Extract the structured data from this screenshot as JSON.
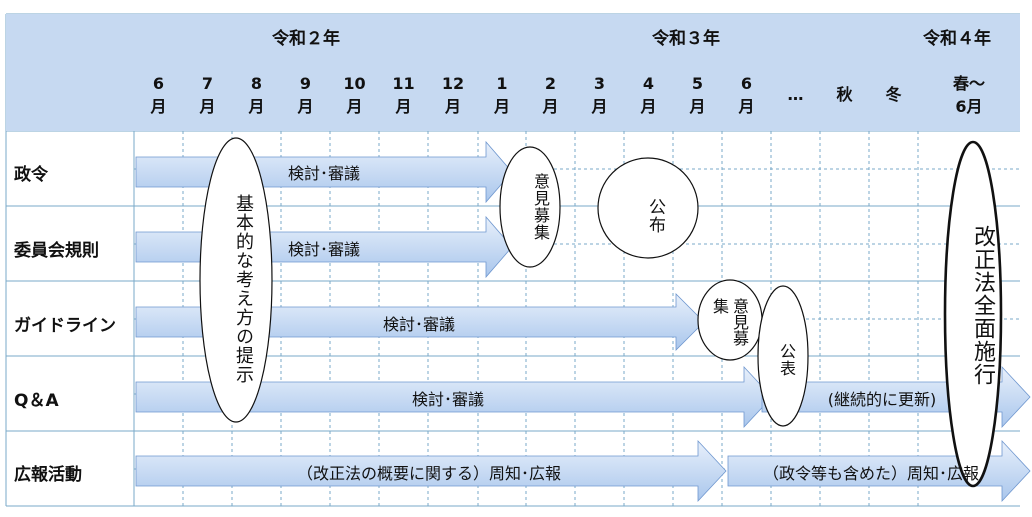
{
  "years": {
    "r2": "令和２年",
    "r3": "令和３年",
    "r4": "令和４年"
  },
  "months": [
    "6\n月",
    "7\n月",
    "8\n月",
    "9\n月",
    "10\n月",
    "11\n月",
    "12\n月",
    "1\n月",
    "2\n月",
    "3\n月",
    "4\n月",
    "5\n月",
    "6\n月",
    "…",
    "秋",
    "冬",
    "春～\n6月"
  ],
  "rows": {
    "seirei": "政令",
    "iinkai": "委員会規則",
    "guideline": "ガイドライン",
    "qa": "Q＆A",
    "kouhou": "広報活動"
  },
  "arrows": {
    "kentou": "検討･審議",
    "keizoku": "(継続的に更新)",
    "shuchi1": "（改正法の概要に関する）周知･広報",
    "shuchi2": "（政令等も含めた）周知･広報"
  },
  "ovals": {
    "kihon": "基本的な考え方の提示",
    "iken_boshu": "意見募集",
    "kofu": "公布",
    "guideline_iken": "意見募集",
    "kohyo": "公表",
    "shiko": "改正法全面施行"
  },
  "colors": {
    "header_fill": "#c6d9f1",
    "grid_line": "#7aaac8",
    "arrow_light": "#dce9f8",
    "arrow_dark": "#a9c6ec",
    "arrow_edge": "#6f97cf"
  }
}
